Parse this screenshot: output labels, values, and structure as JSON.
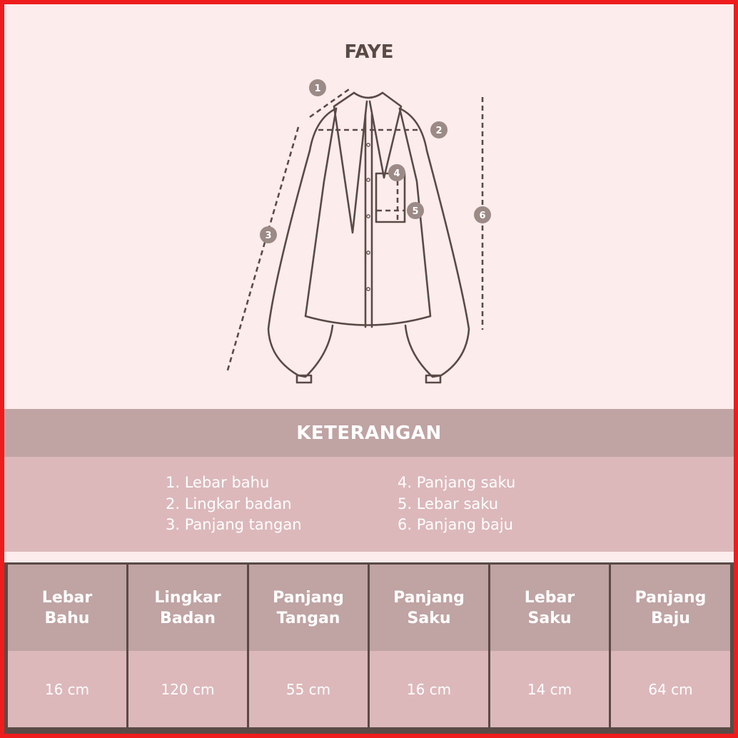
{
  "title": "FAYE",
  "markers": [
    "1",
    "2",
    "3",
    "4",
    "5",
    "6"
  ],
  "keterangan": {
    "heading": "KETERANGAN",
    "left": [
      "1. Lebar bahu",
      "2. Lingkar badan",
      "3. Panjang tangan"
    ],
    "right": [
      "4. Panjang saku",
      "5. Lebar saku",
      "6. Panjang baju"
    ]
  },
  "table": {
    "columns": [
      {
        "header": [
          "Lebar",
          "Bahu"
        ],
        "value": "16 cm"
      },
      {
        "header": [
          "Lingkar",
          "Badan"
        ],
        "value": "120 cm"
      },
      {
        "header": [
          "Panjang",
          "Tangan"
        ],
        "value": "55 cm"
      },
      {
        "header": [
          "Panjang",
          "Saku"
        ],
        "value": "16 cm"
      },
      {
        "header": [
          "Lebar",
          "Saku"
        ],
        "value": "14 cm"
      },
      {
        "header": [
          "Panjang",
          "Baju"
        ],
        "value": "64 cm"
      }
    ]
  },
  "colors": {
    "border": "#ee1c1c",
    "background": "#fcecec",
    "dark": "#5a4a46",
    "header_pink": "#c0a3a3",
    "body_pink": "#dcb8bb",
    "marker": "#9b8a86"
  }
}
